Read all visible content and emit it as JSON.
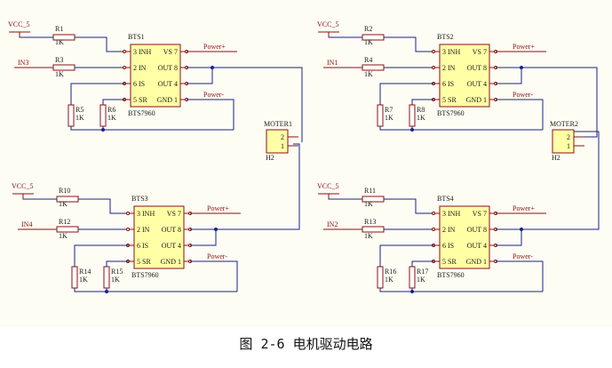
{
  "caption": "图 2-6 电机驱动电路",
  "common": {
    "pins": [
      "3 INH",
      "2 IN",
      "6 IS",
      "5 SR",
      "VS 7",
      "OUT 8",
      "OUT 4",
      "GND 1"
    ],
    "power_plus": "Power+",
    "power_minus": "Power-",
    "resistor_value": "1K"
  },
  "blocks": [
    {
      "chip": "BTS1",
      "part": "BTS7960",
      "vcc": "VCC_5",
      "input": "IN3",
      "r_top": "R1",
      "r_in": "R3",
      "r_is": "R5",
      "r_sr": "R6"
    },
    {
      "chip": "BTS2",
      "part": "BTS7960",
      "vcc": "VCC_5",
      "input": "IN1",
      "r_top": "R2",
      "r_in": "R4",
      "r_is": "R7",
      "r_sr": "R8"
    },
    {
      "chip": "BTS3",
      "part": "BTS7960",
      "vcc": "VCC_5",
      "input": "IN4",
      "r_top": "R10",
      "r_in": "R12",
      "r_is": "R14",
      "r_sr": "R15"
    },
    {
      "chip": "BTS4",
      "part": "BTS7960",
      "vcc": "VCC_5",
      "input": "IN2",
      "r_top": "R11",
      "r_in": "R13",
      "r_is": "R16",
      "r_sr": "R17"
    }
  ],
  "motors": [
    {
      "name": "MOTER1",
      "designator": "H2",
      "pin_top": "2",
      "pin_bottom": "1"
    },
    {
      "name": "MOTER2",
      "designator": "H2",
      "pin_top": "2",
      "pin_bottom": "1"
    }
  ]
}
